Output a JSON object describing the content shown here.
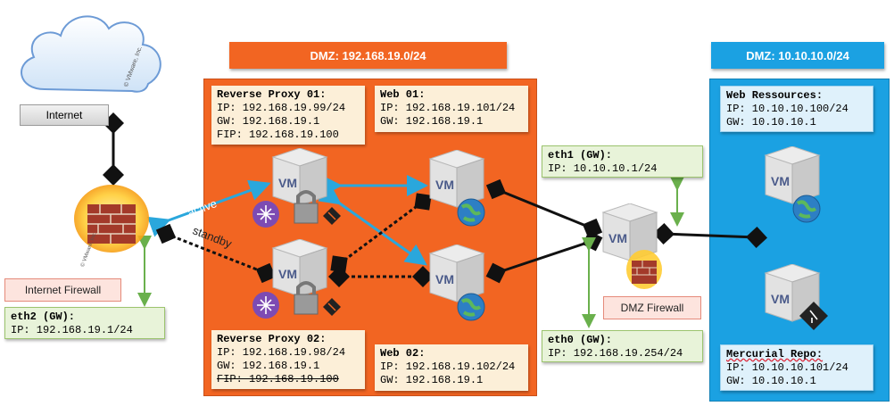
{
  "zones": {
    "dmz_a": "DMZ: 192.168.19.0/24",
    "dmz_b": "DMZ: 10.10.10.0/24"
  },
  "internet": {
    "label": "Internet",
    "copyright": "© VMware, Inc."
  },
  "internet_firewall": {
    "label": "Internet Firewall",
    "copyright": "© VMware, Inc.",
    "eth2_title": "eth2 (GW):",
    "eth2_ip": "IP: 192.168.19.1/24"
  },
  "reverse_proxy_01": {
    "title": "Reverse Proxy 01:",
    "ip": "IP: 192.168.19.99/24",
    "gw": "GW: 192.168.19.1",
    "fip": "FIP: 192.168.19.100"
  },
  "reverse_proxy_02": {
    "title": "Reverse Proxy 02:",
    "ip": "IP: 192.168.19.98/24",
    "gw": "GW: 192.168.19.1",
    "fip": "FIP: 192.168.19.100"
  },
  "web_01": {
    "title": "Web 01:",
    "ip": "IP: 192.168.19.101/24",
    "gw": "GW: 192.168.19.1"
  },
  "web_02": {
    "title": "Web 02:",
    "ip": "IP: 192.168.19.102/24",
    "gw": "GW: 192.168.19.1"
  },
  "dmz_firewall": {
    "label": "DMZ Firewall",
    "eth1_title": "eth1 (GW):",
    "eth1_ip": "IP: 10.10.10.1/24",
    "eth0_title": "eth0 (GW):",
    "eth0_ip": "IP: 192.168.19.254/24"
  },
  "web_resources": {
    "title": "Web Ressources:",
    "ip": "IP: 10.10.10.100/24",
    "gw": "GW: 10.10.10.1"
  },
  "mercurial_repo": {
    "title": "Mercurial Repo:",
    "ip": "IP: 10.10.10.101/24",
    "gw": "GW: 10.10.10.1"
  },
  "links": {
    "active": "active",
    "standby": "standby"
  },
  "vm_label": "VM",
  "colors": {
    "dmz_a_fill": "#f26522",
    "dmz_b_fill": "#1ba1e2",
    "active_link": "#2aa7dc",
    "green_link": "#6ab04c"
  }
}
